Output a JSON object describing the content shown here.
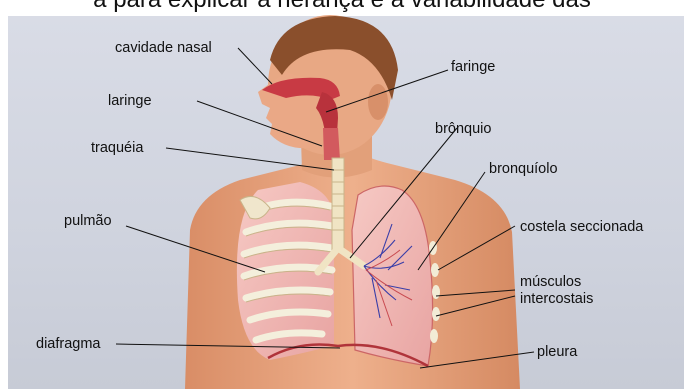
{
  "header_text": "a para explicar a herança e a variabilidade das",
  "labels": {
    "cavidade_nasal": "cavidade nasal",
    "faringe": "faringe",
    "laringe": "laringe",
    "traqueia": "traquéia",
    "bronquio": "brônquio",
    "bronquiolo": "bronquíolo",
    "pulmao": "pulmão",
    "costela_seccionada": "costela seccionada",
    "musculos_intercostais_1": "músculos",
    "musculos_intercostais_2": "intercostais",
    "diafragma": "diafragma",
    "pleura": "pleura"
  },
  "colors": {
    "skin": "#e6a27e",
    "hair": "#8a4f2c",
    "airway": "#c83a44",
    "lung": "#f1b8b4",
    "rib": "#f2ecd6",
    "vessel": "#3a3ea8"
  }
}
